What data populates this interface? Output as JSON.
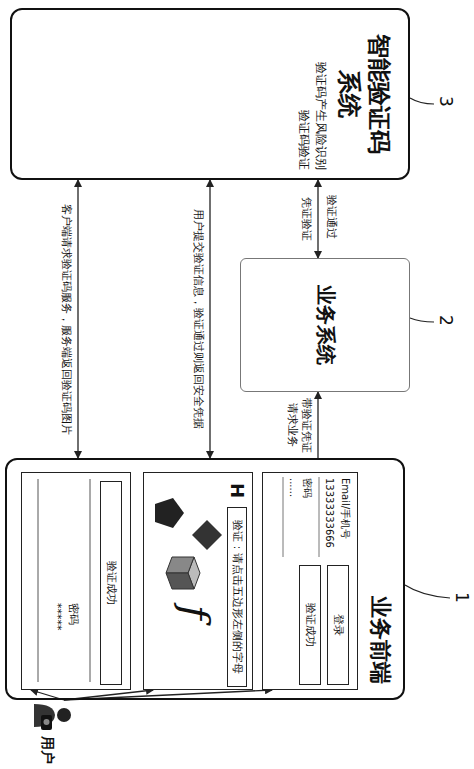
{
  "diagram": {
    "nodes": [
      {
        "text": [
          "智能验证码系统",
          "验证码产生风险识别",
          "验证码验证"
        ]
      },
      {
        "text": [
          "业务系统"
        ]
      },
      {
        "text": [
          "业务前端"
        ]
      },
      {
        "text": [
          "Email/手机号",
          "13333333666",
          "密码",
          "......"
        ],
        "in": 2
      },
      {
        "text": [
          "验证成功"
        ],
        "in": 3
      },
      {
        "text": [
          "登录"
        ],
        "in": 3
      },
      {
        "text": [
          "H",
          "f"
        ],
        "in": 2
      },
      {
        "text": [
          "验证：请点击五边形左侧的字母"
        ],
        "in": 6
      },
      {
        "text": [
          "密码",
          "*****"
        ],
        "in": 2
      },
      {
        "text": [
          "验证成功"
        ],
        "in": 8
      },
      {
        "text": [
          "用户"
        ]
      }
    ],
    "edges": [
      {
        "from": 1,
        "to": 0,
        "label": "凭证验证",
        "arrow": "both"
      },
      {
        "from": 2,
        "to": 1,
        "label": "带验证凭证请求业务",
        "arrow": "to"
      },
      {
        "from": 0,
        "to": 2,
        "label": "用户提交验证信息，验证通过则返回安全凭据",
        "arrow": "both"
      },
      {
        "from": 0,
        "to": 2,
        "label": "客户端请求验证码服务，服务端返回验证码图片",
        "arrow": "both"
      },
      {
        "from": 10,
        "to": 3,
        "arrow": "to"
      },
      {
        "from": 10,
        "to": 6,
        "arrow": "to"
      },
      {
        "from": 10,
        "to": 8,
        "arrow": "to"
      }
    ],
    "labels": [
      "3",
      "2",
      "1",
      "验证通过"
    ]
  }
}
